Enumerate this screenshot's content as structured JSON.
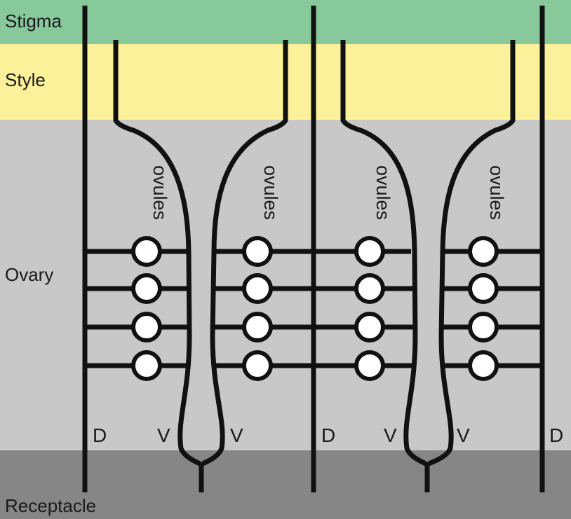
{
  "zones": {
    "stigma": {
      "label": "Stigma",
      "color": "#88c99c"
    },
    "style": {
      "label": "Style",
      "color": "#fbf19b"
    },
    "ovary": {
      "label": "Ovary",
      "color": "#c9c8c9"
    },
    "receptacle": {
      "label": "Receptacle",
      "color": "#868686"
    }
  },
  "ovule_label": "ovules",
  "markers": {
    "dorsal": "D",
    "ventral": "V"
  },
  "carpel_count": 2,
  "ovules_per_row": 4,
  "line_color": "#111111"
}
